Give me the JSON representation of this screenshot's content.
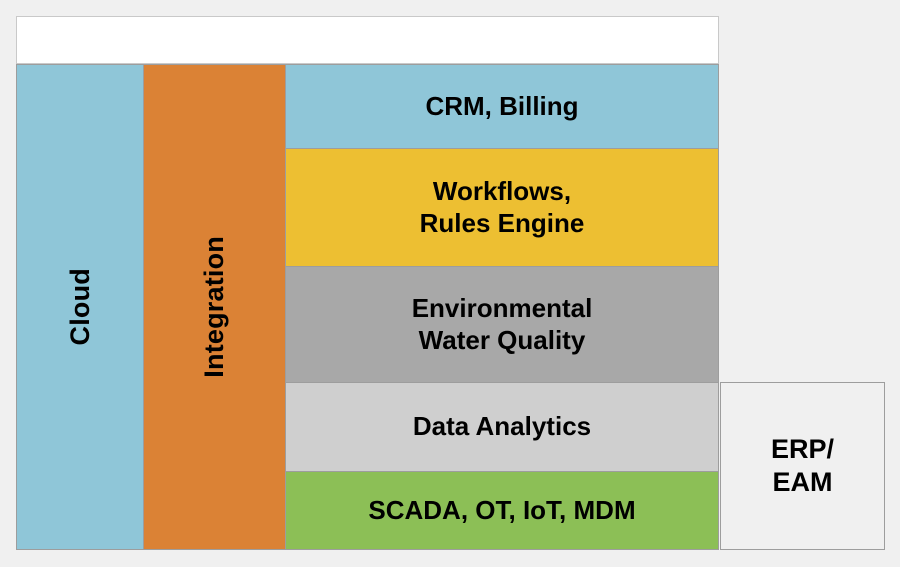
{
  "diagram": {
    "type": "layered-architecture-stack",
    "background_color": "#f0f0f0",
    "border_color": "#9d9d9d",
    "header": {
      "label": "",
      "background_color": "#ffffff",
      "border_color": "#c9c9c9"
    },
    "side_columns": [
      {
        "id": "cloud",
        "label": "Cloud",
        "orientation": "vertical",
        "color": "#8fc6d8"
      },
      {
        "id": "integration",
        "label": "Integration",
        "orientation": "vertical",
        "color": "#db8235"
      }
    ],
    "layers": [
      {
        "id": "crm-billing",
        "label": "CRM, Billing",
        "color": "#8fc6d8"
      },
      {
        "id": "workflows-rules-engine",
        "label": "Workflows,\nRules Engine",
        "color": "#edbf32"
      },
      {
        "id": "environmental-water-quality",
        "label": "Environmental\nWater Quality",
        "color": "#a8a8a8"
      },
      {
        "id": "data-analytics",
        "label": "Data Analytics",
        "color": "#cfcfcf"
      },
      {
        "id": "scada-ot-iot-mdm",
        "label": "SCADA, OT, IoT, MDM",
        "color": "#8cbf56"
      }
    ],
    "side_box": {
      "id": "erp-eam",
      "label": "ERP/\nEAM",
      "color": "#f0f0f0"
    }
  }
}
